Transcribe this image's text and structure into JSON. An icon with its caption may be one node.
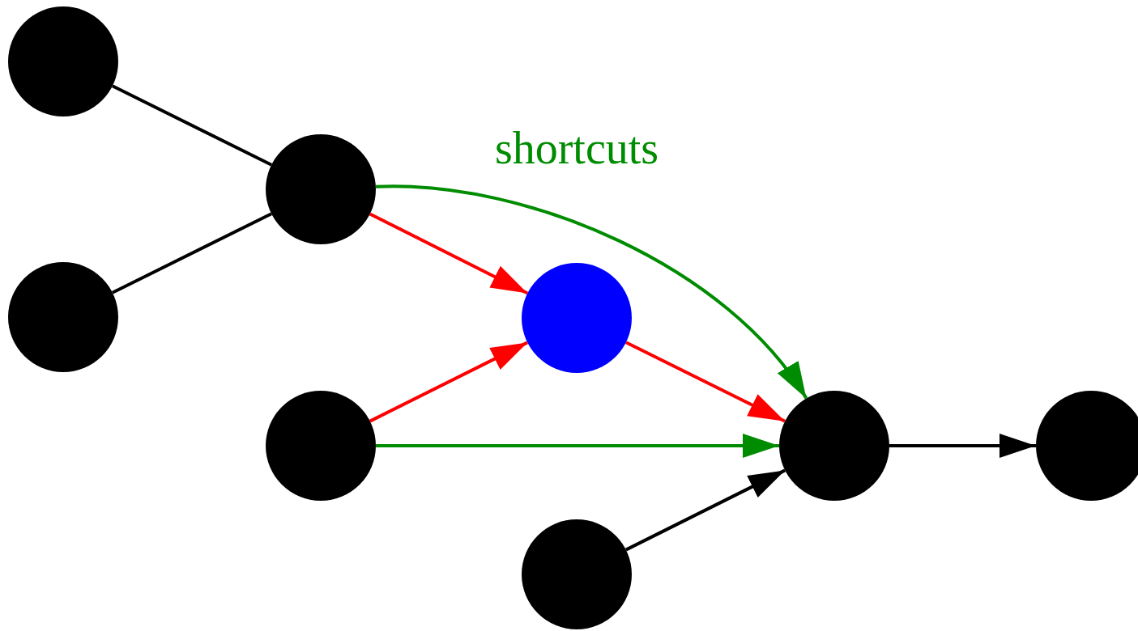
{
  "diagram": {
    "nodes": [
      {
        "text": [],
        "shape": "circle"
      },
      {
        "text": [],
        "shape": "circle"
      },
      {
        "text": [],
        "shape": "circle"
      },
      {
        "text": [],
        "shape": "circle"
      },
      {
        "text": [],
        "shape": "circle"
      },
      {
        "text": [],
        "shape": "circle"
      },
      {
        "text": [],
        "shape": "circle"
      },
      {
        "text": [],
        "shape": "circle"
      }
    ],
    "edges": [
      {
        "from": 0,
        "to": 2,
        "arrow": "none"
      },
      {
        "from": 1,
        "to": 2,
        "arrow": "none"
      },
      {
        "from": 2,
        "to": 4,
        "arrow": "to",
        "color": "#ff0000"
      },
      {
        "from": 2,
        "to": 6,
        "arrow": "to",
        "color": "#008c00",
        "label": "shortcuts"
      },
      {
        "from": 3,
        "to": 4,
        "arrow": "to",
        "color": "#ff0000"
      },
      {
        "from": 4,
        "to": 6,
        "arrow": "to",
        "color": "#ff0000"
      },
      {
        "from": 3,
        "to": 6,
        "arrow": "to",
        "color": "#008c00"
      },
      {
        "from": 5,
        "to": 6,
        "arrow": "to"
      },
      {
        "from": 6,
        "to": 7,
        "arrow": "to"
      }
    ]
  }
}
